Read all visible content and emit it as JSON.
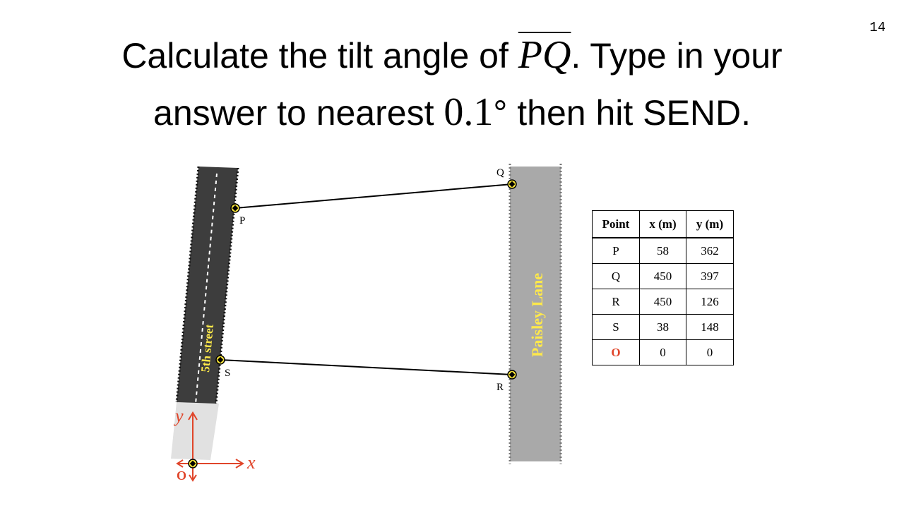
{
  "slide_number": "14",
  "title": {
    "part1": "Calculate the tilt angle of ",
    "segment": "PQ",
    "part2": ".  Type in your",
    "part3": "answer to nearest ",
    "precision": "0.1",
    "degree": "°",
    "part4": " then hit SEND."
  },
  "diagram": {
    "street_name": "5th street",
    "lane_name": "Paisley Lane",
    "point_labels": {
      "P": "P",
      "Q": "Q",
      "R": "R",
      "S": "S"
    },
    "axis_x_label": "x",
    "axis_y_label": "y",
    "origin_label": "O",
    "colors": {
      "street_fill": "#3d3d3d",
      "lane_fill": "#a9a9a9",
      "road_label": "#ffe94a",
      "axis": "#e0452a",
      "point_fill": "#f7e43a"
    }
  },
  "table": {
    "headers": [
      "Point",
      "x (m)",
      "y (m)"
    ],
    "rows": [
      {
        "point": "P",
        "x": "58",
        "y": "362"
      },
      {
        "point": "Q",
        "x": "450",
        "y": "397"
      },
      {
        "point": "R",
        "x": "450",
        "y": "126"
      },
      {
        "point": "S",
        "x": "38",
        "y": "148"
      },
      {
        "point": "O",
        "x": "0",
        "y": "0"
      }
    ]
  }
}
